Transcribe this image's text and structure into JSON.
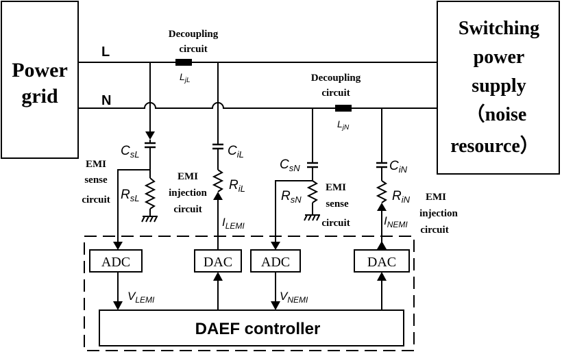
{
  "blocks": {
    "power_grid": [
      "Power",
      "grid"
    ],
    "switching_supply": [
      "Switching",
      "power",
      "supply",
      "（noise",
      "resource）"
    ],
    "controller": "DAEF controller",
    "adc": "ADC",
    "dac": "DAC"
  },
  "lines": {
    "live": "L",
    "neutral": "N"
  },
  "decoupling_l": {
    "label": [
      "Decoupling",
      "circuit"
    ],
    "inductor": {
      "main": "L",
      "sub": "jL"
    }
  },
  "decoupling_n": {
    "label": [
      "Decoupling",
      "circuit"
    ],
    "inductor": {
      "main": "L",
      "sub": "jN"
    }
  },
  "components": {
    "c_sl": {
      "main": "C",
      "sub": "sL"
    },
    "r_sl": {
      "main": "R",
      "sub": "sL"
    },
    "c_il": {
      "main": "C",
      "sub": "iL"
    },
    "r_il": {
      "main": "R",
      "sub": "iL"
    },
    "c_sn": {
      "main": "C",
      "sub": "sN"
    },
    "r_sn": {
      "main": "R",
      "sub": "sN"
    },
    "c_in": {
      "main": "C",
      "sub": "iN"
    },
    "r_in": {
      "main": "R",
      "sub": "iN"
    }
  },
  "circuits": {
    "sense_l": [
      "EMI",
      "sense",
      "circuit"
    ],
    "inject_l": [
      "EMI",
      "injection",
      "circuit"
    ],
    "sense_n": [
      "EMI",
      "sense",
      "circuit"
    ],
    "inject_n": [
      "EMI",
      "injection",
      "circuit"
    ]
  },
  "signals": {
    "i_lemi": {
      "main": "I",
      "sub": "LEMI"
    },
    "i_nemi": {
      "main": "I",
      "sub": "NEMI"
    },
    "v_lemi": {
      "main": "V",
      "sub": "LEMI"
    },
    "v_nemi": {
      "main": "V",
      "sub": "NEMI"
    }
  }
}
